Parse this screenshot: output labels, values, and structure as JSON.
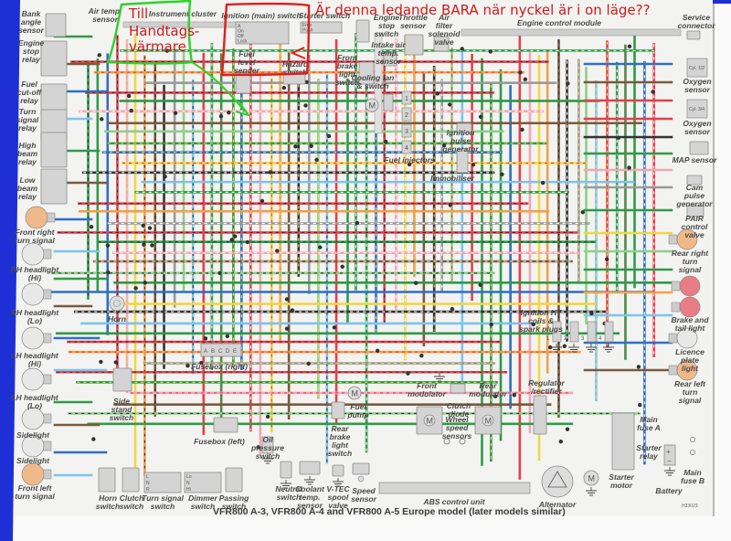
{
  "caption": "VFR800 A-3, VFR800 A-4 and VFR800 A-5 Europe model (later models similar)",
  "figure_code": "H33023",
  "annotations": {
    "green_text": [
      "Till",
      "Handtags-",
      "värmare"
    ],
    "red_text": "Är denna ledande BARA när nyckel är i on läge??",
    "green_color": "#2ed12a",
    "red_color": "#e21d1d"
  },
  "colors": {
    "page_bg": "#f3f3f1",
    "left_band": "#1f2fd6",
    "component_fill": "#d4d4d4",
    "component_stroke": "#8a8a8a",
    "wire": {
      "green": "#2f9a48",
      "light_green": "#8fcf8a",
      "blue": "#2f6fc2",
      "light_blue": "#7ec3ea",
      "red": "#e2414b",
      "pink": "#f2a7b4",
      "yellow": "#f2d644",
      "orange": "#f0a04a",
      "brown": "#7a5a3c",
      "black": "#333333",
      "grey": "#9a9a9a",
      "white": "#ffffff"
    }
  },
  "ignition_switch": {
    "title": "Ignition (main) switch",
    "positions": [
      "A",
      "On",
      "Off",
      "Lock"
    ]
  },
  "starter_switch": {
    "title": "Starter switch",
    "positions": [
      "Free",
      "Push"
    ]
  },
  "turn_signal_switch": {
    "positions": [
      "L",
      "N",
      "R"
    ]
  },
  "dimmer_switch": {
    "positions": [
      "Lo",
      "N",
      "Hi"
    ]
  },
  "fuse_box_right_letters": [
    "A",
    "B",
    "C",
    "D",
    "E"
  ],
  "fuel_injector_numbers": [
    "1",
    "2",
    "3",
    "4"
  ],
  "ht_coil_numbers": [
    "1",
    "2",
    "3",
    "4"
  ],
  "oxygen_sensor_cyl": [
    "Cyl. 1/2",
    "Cyl. 3/4"
  ],
  "labels": {
    "bank_angle_sensor": "Bank angle sensor",
    "air_temp_sensor": "Air temp. sensor",
    "instrument_cluster": "Instrument cluster",
    "engine_stop_relay": "Engine stop relay",
    "fuel_cutoff_relay": "Fuel cut-off relay",
    "turn_signal_relay": "Turn signal relay",
    "high_beam_relay": "High beam relay",
    "low_beam_relay": "Low beam relay",
    "front_right_turn_signal": "Front right turn signal",
    "rh_headlight_hi": "RH headlight (Hi)",
    "rh_headlight_lo": "RH headlight (Lo)",
    "lh_headlight_hi": "LH headlight (Hi)",
    "lh_headlight_lo": "LH headlight (Lo)",
    "sidelight_1": "Sidelight",
    "sidelight_2": "Sidelight",
    "front_left_turn_signal": "Front left turn signal",
    "horn": "Horn",
    "side_stand_switch": "Side stand switch",
    "horn_switch": "Horn switch",
    "clutch_switch": "Clutch switch",
    "turn_signal_switch": "Turn signal switch",
    "dimmer_switch": "Dimmer switch",
    "passing_switch": "Passing switch",
    "fuel_level_sender": "Fuel level sender",
    "hazard_switch": "Hazard switch",
    "engine_stop_switch": "Engine stop switch",
    "front_brake_light_switch": "Front brake light switch",
    "throttle_sensor": "Throttle sensor",
    "intake_air_temp_sensor": "Intake air temp. sensor",
    "air_filter_solenoid_valve": "Air filter solenoid valve",
    "cooling_fan_switch": "Cooling fan & switch",
    "engine_control_module": "Engine control module",
    "service_connector": "Service connector",
    "oxygen_sensor_1": "Oxygen sensor",
    "oxygen_sensor_2": "Oxygen sensor",
    "fuel_injectors": "Fuel injectors",
    "ignition_pulse_generator": "Ignition pulse generator",
    "immobiliser": "Immobiliser",
    "map_sensor": "MAP sensor",
    "cam_pulse_generator": "Cam pulse generator",
    "pair_control_valve": "PAIR control valve",
    "rear_right_turn_signal": "Rear right turn signal",
    "brake_tail_light": "Brake and tail light",
    "licence_plate_light": "Licence plate light",
    "rear_left_turn_signal": "Rear left turn signal",
    "ignition_ht_coils": "Ignition HT coils & spark plugs",
    "fusebox_right": "Fusebox (right)",
    "fusebox_left": "Fusebox (left)",
    "fuel_pump": "Fuel pump",
    "rear_brake_light_switch": "Rear brake light switch",
    "oil_pressure_switch": "Oil pressure switch",
    "neutral_switch": "Neutral switch",
    "coolant_temp_sensor": "Coolant temp. sensor",
    "vtec_spool_valve": "V-TEC spool valve",
    "speed_sensor": "Speed sensor",
    "front_modulator": "Front modulator",
    "rear_modulator": "Rear modulator",
    "clutch_diode": "Clutch diode",
    "wheel_speed_sensors": "Wheel speed sensors",
    "abs_control_unit": "ABS control unit",
    "regulator_rectifier": "Regulator /rectifier",
    "alternator": "Alternator",
    "starter_motor": "Starter motor",
    "starter_relay": "Starter relay",
    "main_fuse_a": "Main fuse A",
    "main_fuse_b": "Main fuse B",
    "battery": "Battery"
  }
}
